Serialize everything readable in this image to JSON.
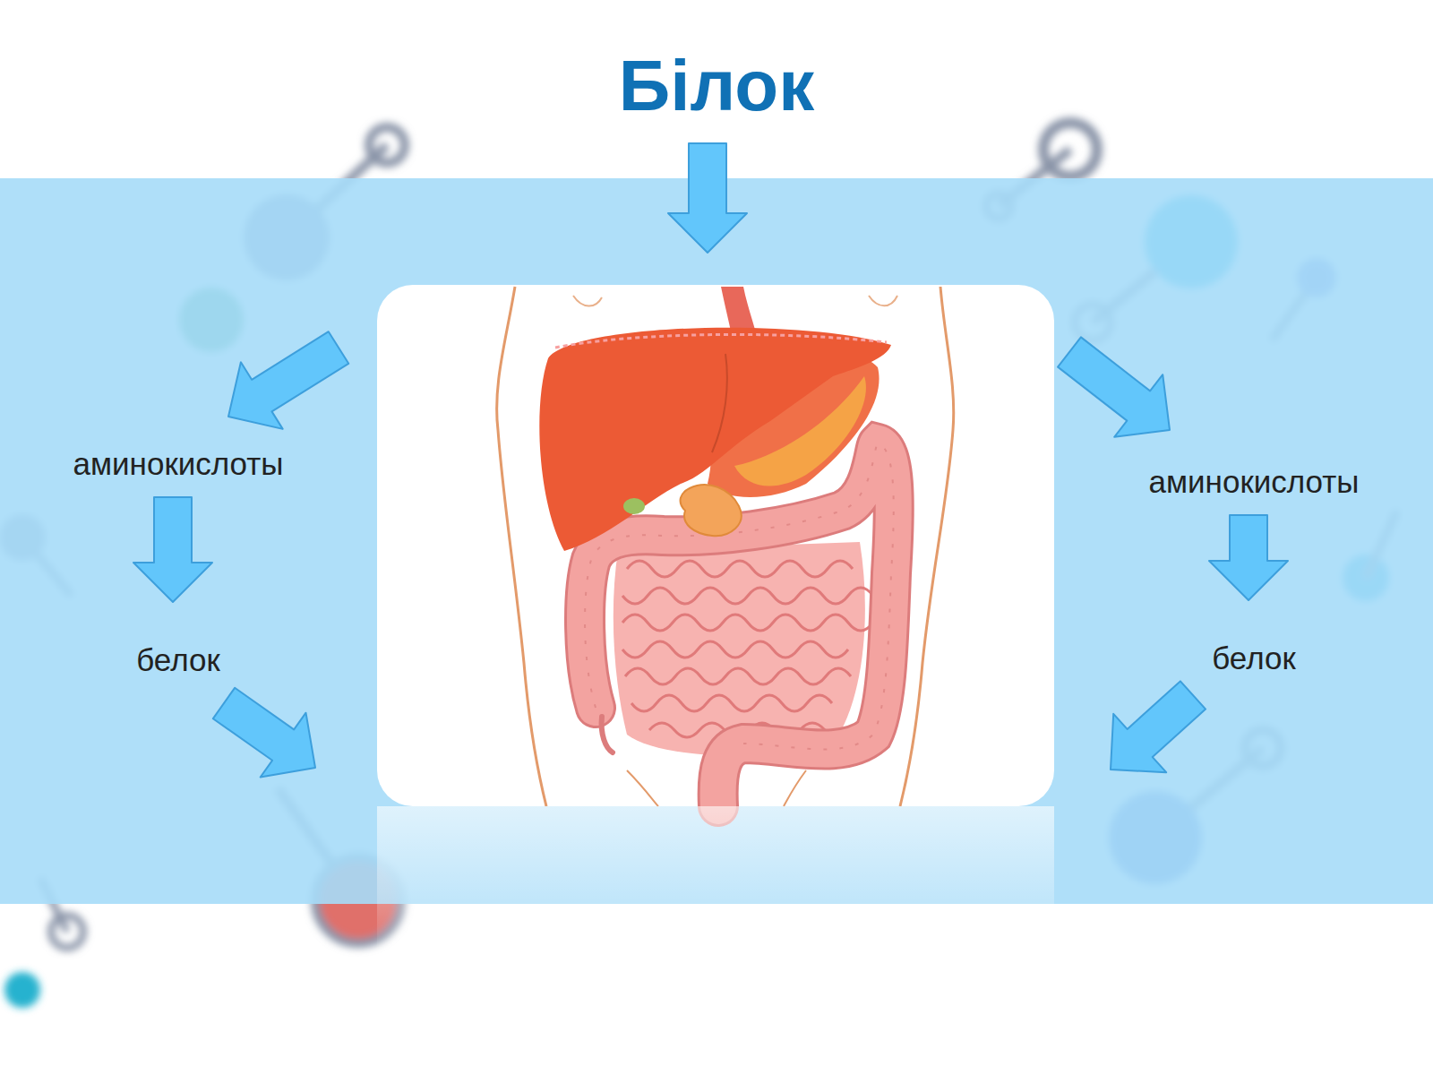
{
  "diagram": {
    "title": "Білок",
    "nodes": [
      {
        "text": [
          "аминокислоты"
        ]
      },
      {
        "text": [
          "аминокислоты"
        ]
      },
      {
        "text": [
          "белок"
        ]
      },
      {
        "text": [
          "белок"
        ]
      }
    ],
    "edges": [
      {
        "from": 0,
        "to": 2,
        "arrow": "to"
      },
      {
        "from": 1,
        "to": 3,
        "arrow": "to"
      }
    ]
  }
}
